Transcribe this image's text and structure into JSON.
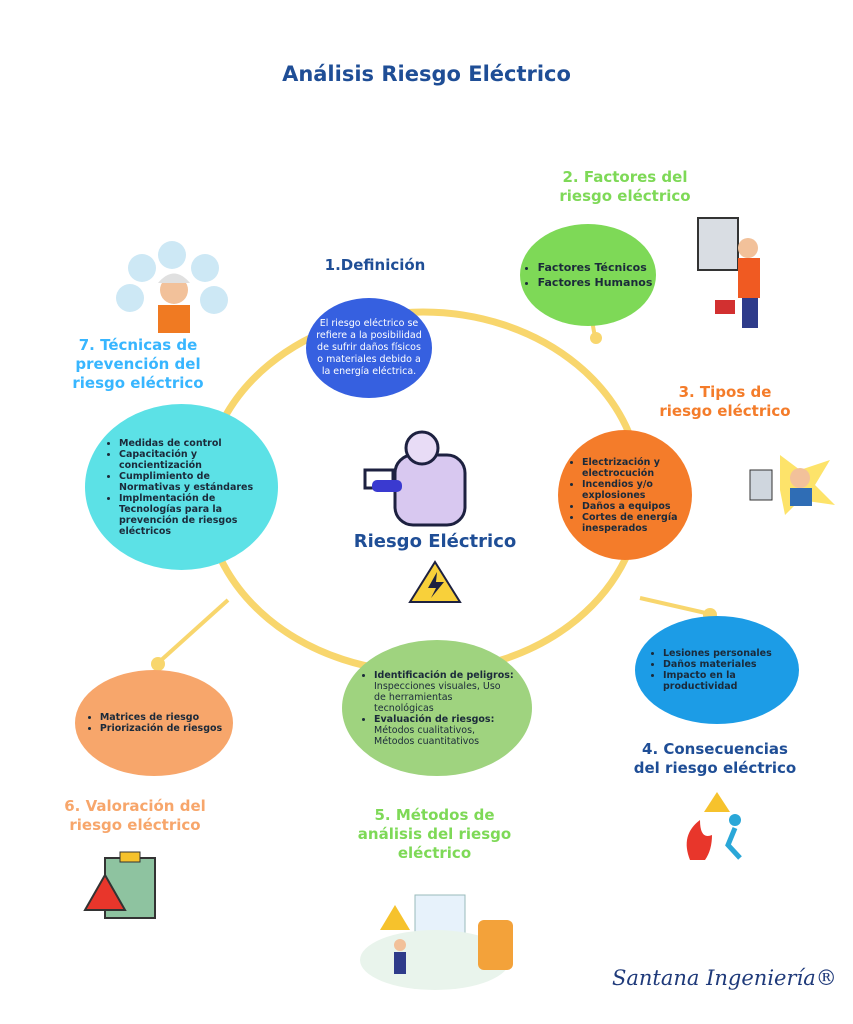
{
  "title": "Análisis Riesgo Eléctrico",
  "center": {
    "label": "Riesgo Eléctrico"
  },
  "colors": {
    "ring": "#f8d66d",
    "title": "#1f4e96",
    "definition": "#3660e0",
    "factors": "#7ed957",
    "types": "#f47c2a",
    "consequences": "#1c9ce6",
    "methods": "#9fd37f",
    "valuation": "#f7a66b",
    "techniques": "#5ce1e6"
  },
  "sections": {
    "definition": {
      "label": "1.Definición",
      "text": "El riesgo eléctrico se refiere a la posibilidad de sufrir daños físicos o materiales debido a la energía eléctrica."
    },
    "factors": {
      "label": "2. Factores del riesgo eléctrico",
      "items": [
        "Factores Técnicos",
        "Factores Humanos"
      ]
    },
    "types": {
      "label": "3. Tipos de riesgo eléctrico",
      "items": [
        "Electrización y electrocución",
        "Incendios y/o explosiones",
        "Daños a equipos",
        "Cortes de energía inesperados"
      ]
    },
    "consequences": {
      "label": "4. Consecuencias del riesgo eléctrico",
      "items": [
        "Lesiones personales",
        "Daños materiales",
        "Impacto en la productividad"
      ]
    },
    "methods": {
      "label": "5. Métodos de análisis del riesgo eléctrico",
      "items": [
        {
          "bold": "Identificación de peligros:",
          "text": " Inspecciones visuales, Uso de herramientas tecnológicas"
        },
        {
          "bold": "Evaluación de riesgos:",
          "text": " Métodos cualitativos, Métodos cuantitativos"
        }
      ]
    },
    "valuation": {
      "label": "6. Valoración del riesgo eléctrico",
      "items": [
        "Matrices de riesgo",
        "Priorización de riesgos"
      ]
    },
    "techniques": {
      "label": "7. Técnicas de prevención del riesgo eléctrico",
      "items": [
        "Medidas de control",
        "Capacitación y concientización",
        "Cumplimiento de Normativas y estándares",
        "Implmentación de Tecnologías para la prevención de riesgos eléctricos"
      ]
    }
  },
  "logo": {
    "text": "Santana Ingeniería®"
  }
}
